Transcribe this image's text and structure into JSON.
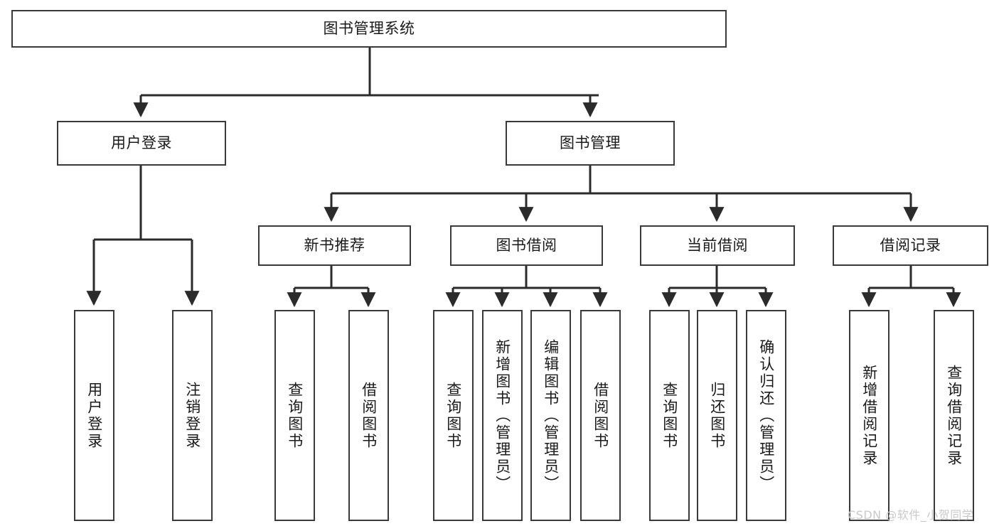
{
  "diagram": {
    "title_node": {
      "label": "图书管理系统"
    },
    "level1": [
      {
        "label": "用户登录"
      },
      {
        "label": "图书管理"
      }
    ],
    "level2": [
      {
        "label": "新书推荐"
      },
      {
        "label": "图书借阅"
      },
      {
        "label": "当前借阅"
      },
      {
        "label": "借阅记录"
      }
    ],
    "leaves": {
      "user_login": [
        {
          "label": "用户登录"
        },
        {
          "label": "注销登录"
        }
      ],
      "new_book": [
        {
          "label": "查询图书"
        },
        {
          "label": "借阅图书"
        }
      ],
      "book_borrow": [
        {
          "label": "查询图书"
        },
        {
          "label": "新增图书（管理员）"
        },
        {
          "label": "编辑图书（管理员）"
        },
        {
          "label": "借阅图书"
        }
      ],
      "current_borrow": [
        {
          "label": "查询图书"
        },
        {
          "label": "归还图书"
        },
        {
          "label": "确认归还（管理员）"
        }
      ],
      "borrow_record": [
        {
          "label": "新增借阅记录"
        },
        {
          "label": "查询借阅记录"
        }
      ]
    }
  },
  "watermark": {
    "text": "CSDN @软件_小贺同学"
  },
  "colors": {
    "border": "#3a3a3a",
    "background": "#ffffff",
    "text": "#1a1a1a",
    "watermark": "#c9c9c9"
  }
}
